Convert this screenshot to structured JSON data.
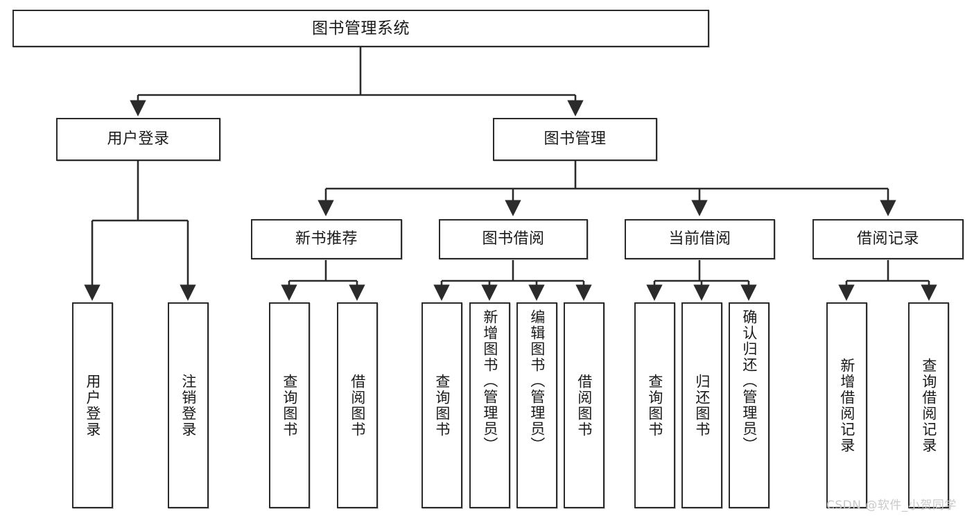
{
  "diagram": {
    "title": "图书管理系统",
    "type": "hierarchy-tree",
    "root": {
      "label": "图书管理系统"
    },
    "level2": [
      {
        "label": "用户登录"
      },
      {
        "label": "图书管理"
      }
    ],
    "level3": [
      {
        "label": "新书推荐"
      },
      {
        "label": "图书借阅"
      },
      {
        "label": "当前借阅"
      },
      {
        "label": "借阅记录"
      }
    ],
    "leaves": [
      {
        "label": "用户登录",
        "parent": "用户登录"
      },
      {
        "label": "注销登录",
        "parent": "用户登录"
      },
      {
        "label": "查询图书",
        "parent": "新书推荐"
      },
      {
        "label": "借阅图书",
        "parent": "新书推荐"
      },
      {
        "label": "查询图书",
        "parent": "图书借阅"
      },
      {
        "label": "新增图书（管理员）",
        "parent": "图书借阅"
      },
      {
        "label": "编辑图书（管理员）",
        "parent": "图书借阅"
      },
      {
        "label": "借阅图书",
        "parent": "图书借阅"
      },
      {
        "label": "查询图书",
        "parent": "当前借阅"
      },
      {
        "label": "归还图书",
        "parent": "当前借阅"
      },
      {
        "label": "确认归还（管理员）",
        "parent": "当前借阅"
      },
      {
        "label": "新增借阅记录",
        "parent": "借阅记录"
      },
      {
        "label": "查询借阅记录",
        "parent": "借阅记录"
      }
    ]
  },
  "watermark": {
    "text": "CSDN @软件_小贺同学"
  },
  "colors": {
    "stroke": "#2b2b2b",
    "box_fill": "#ffffff",
    "text": "#1a1a1a",
    "watermark": "#c9c9c9",
    "background": "#ffffff"
  }
}
